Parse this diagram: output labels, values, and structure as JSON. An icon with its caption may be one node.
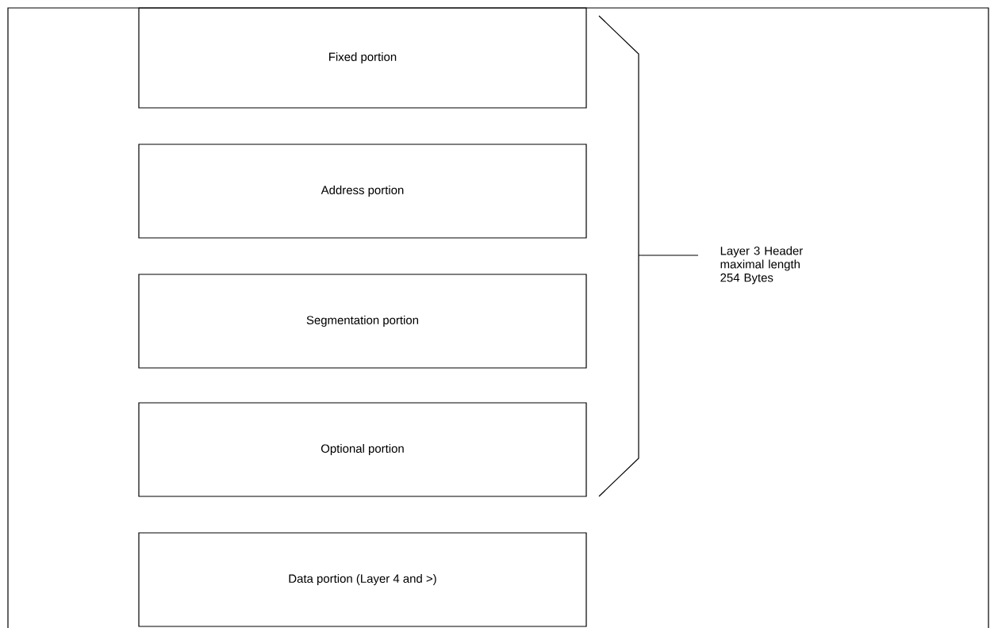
{
  "diagram": {
    "nodes": [
      {
        "text": [
          "Fixed portion"
        ]
      },
      {
        "text": [
          "Address portion"
        ]
      },
      {
        "text": [
          "Segmentation portion"
        ]
      },
      {
        "text": [
          "Optional portion"
        ]
      },
      {
        "text": [
          "Data portion (Layer 4 and >)"
        ]
      }
    ],
    "labels": [
      "Layer 3 Header maximal length 254 Bytes"
    ]
  }
}
